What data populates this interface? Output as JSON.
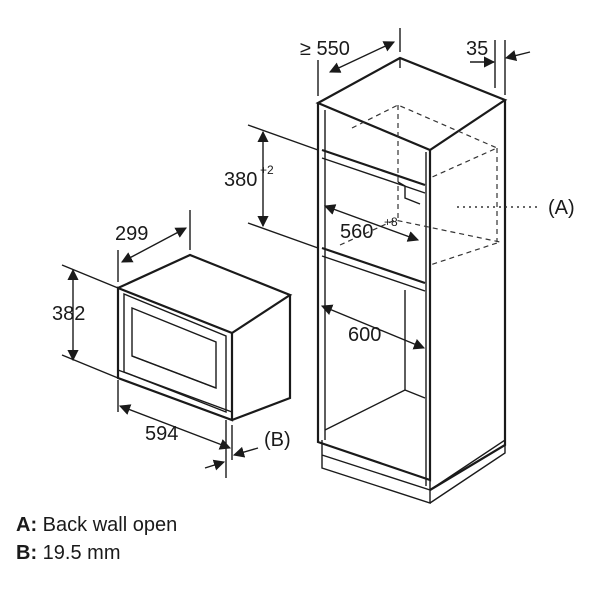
{
  "dimensions": {
    "cabinet_depth": "≥ 550",
    "side_offset": "35",
    "niche_height": "380",
    "niche_height_tol": "+2",
    "niche_width": "560",
    "niche_width_tol": "+8",
    "cabinet_inner": "600",
    "oven_depth": "299",
    "oven_height": "382",
    "oven_width": "594"
  },
  "callouts": {
    "a": "(A)",
    "b": "(B)"
  },
  "legend": [
    {
      "key": "A:",
      "text": "Back wall open"
    },
    {
      "key": "B:",
      "text": "19.5 mm"
    }
  ]
}
